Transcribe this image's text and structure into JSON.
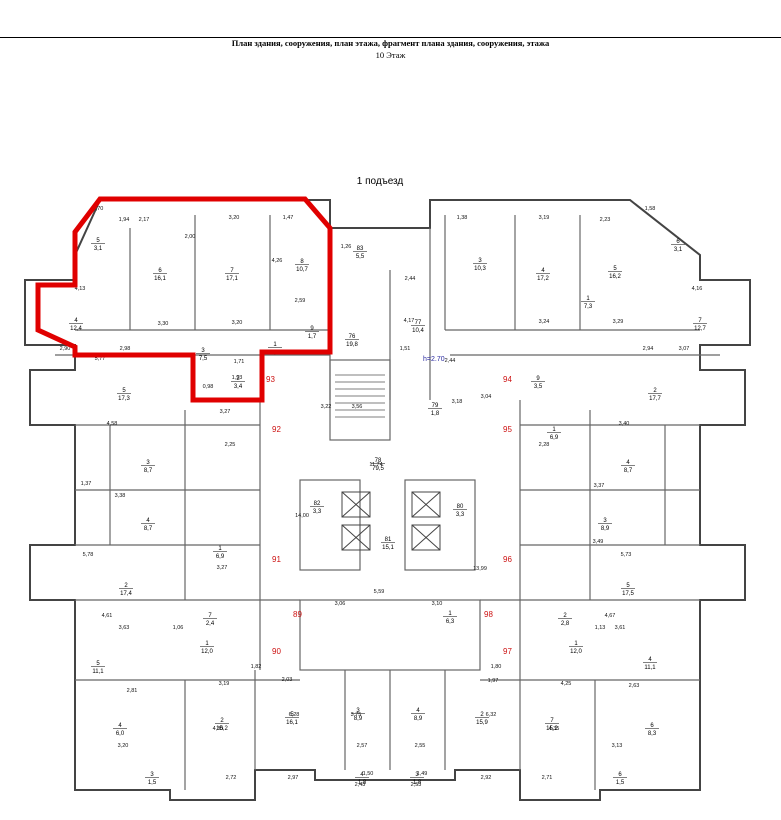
{
  "header": {
    "title": "План здания, сооружения, план этажа, фрагмент плана здания, сооружения, этажа",
    "floor": "10 Этаж",
    "entrance": "1 подъезд",
    "ceiling_height": "h=2.70"
  },
  "apartment_numbers": [
    "93",
    "92",
    "91",
    "90",
    "89",
    "94",
    "95",
    "96",
    "97",
    "98"
  ],
  "rooms": [
    {
      "num": "5",
      "area": "3,1"
    },
    {
      "num": "6",
      "area": "16,1"
    },
    {
      "num": "7",
      "area": "17,1"
    },
    {
      "num": "8",
      "area": "10,7"
    },
    {
      "num": "4",
      "area": "12,4"
    },
    {
      "num": "9",
      "area": "1,7"
    },
    {
      "num": "3",
      "area": "7,5"
    },
    {
      "num": "1",
      "area": "7,1"
    },
    {
      "num": "2",
      "area": "3,4"
    },
    {
      "num": "5",
      "area": "17,3"
    },
    {
      "num": "83",
      "area": "5,5"
    },
    {
      "num": "76",
      "area": "19,8"
    },
    {
      "num": "77",
      "area": "10,4"
    },
    {
      "num": "79",
      "area": "1,8"
    },
    {
      "num": "78",
      "area": "79,5"
    },
    {
      "num": "82",
      "area": "3,3"
    },
    {
      "num": "81",
      "area": "15,1"
    },
    {
      "num": "80",
      "area": "3,3"
    },
    {
      "num": "3",
      "area": "10,3"
    },
    {
      "num": "4",
      "area": "17,2"
    },
    {
      "num": "5",
      "area": "16,2"
    },
    {
      "num": "6",
      "area": "3,1"
    },
    {
      "num": "7",
      "area": "12,7"
    },
    {
      "num": "2",
      "area": "17,7"
    },
    {
      "num": "1",
      "area": "7,3"
    },
    {
      "num": "9",
      "area": "3,5"
    },
    {
      "num": "1",
      "area": "6,9"
    },
    {
      "num": "4",
      "area": "8,7"
    },
    {
      "num": "3",
      "area": "8,9"
    },
    {
      "num": "5",
      "area": "17,5"
    },
    {
      "num": "2",
      "area": "17,4"
    },
    {
      "num": "3",
      "area": "8,7"
    },
    {
      "num": "4",
      "area": "8,7"
    },
    {
      "num": "1",
      "area": "6,9"
    },
    {
      "num": "1",
      "area": "12,0"
    },
    {
      "num": "5",
      "area": "11,1"
    },
    {
      "num": "4",
      "area": "6,0"
    },
    {
      "num": "2",
      "area": "15,2"
    },
    {
      "num": "5",
      "area": "16,1"
    },
    {
      "num": "3",
      "area": "8,9"
    },
    {
      "num": "4",
      "area": "8,9"
    },
    {
      "num": "2",
      "area": "15,9"
    },
    {
      "num": "7",
      "area": "15,2"
    },
    {
      "num": "4",
      "area": "11,1"
    },
    {
      "num": "6",
      "area": "8,3"
    },
    {
      "num": "3",
      "area": "1,5"
    },
    {
      "num": "4",
      "area": "1,8"
    },
    {
      "num": "3",
      "area": "1,8"
    },
    {
      "num": "6",
      "area": "1,5"
    },
    {
      "num": "1",
      "area": "6,3"
    },
    {
      "num": "1",
      "area": "12,0"
    },
    {
      "num": "7",
      "area": "2,4"
    },
    {
      "num": "2",
      "area": "2,8"
    }
  ],
  "dimensions": [
    "1,70",
    "2,17",
    "3,20",
    "1,47",
    "1,26",
    "1,38",
    "3,19",
    "2,23",
    "1,58",
    "1,94",
    "2,00",
    "4,26",
    "2,59",
    "2,98",
    "3,30",
    "3,24",
    "3,29",
    "4,16",
    "4,13",
    "3,20",
    "2,90",
    "5,77",
    "4,58",
    "3,27",
    "3,27",
    "1,37",
    "3,38",
    "5,78",
    "4,61",
    "3,63",
    "2,81",
    "3,19",
    "2,03",
    "2,57",
    "2,55",
    "2,72",
    "2,97",
    "2,92",
    "2,71",
    "3,20",
    "3,13",
    "11,74",
    "14,00",
    "13,99",
    "5,59",
    "2,44",
    "2,43",
    "2,53",
    "1,93",
    "2,25",
    "2,28",
    "3,49",
    "3,37",
    "3,40",
    "5,73",
    "4,67",
    "3,61",
    "2,63",
    "1,82",
    "1,80",
    "1,97",
    "4,25",
    "3,06",
    "3,10",
    "2,94",
    "3,07",
    "6,32",
    "6,28",
    "4,80",
    "4,35",
    "3,75",
    "1,51",
    "3,56",
    "3,18",
    "3,04",
    "3,22",
    "4,17",
    "2,44",
    "0,98",
    "1,71",
    "1,06",
    "1,13",
    "1,50",
    "1,49"
  ]
}
